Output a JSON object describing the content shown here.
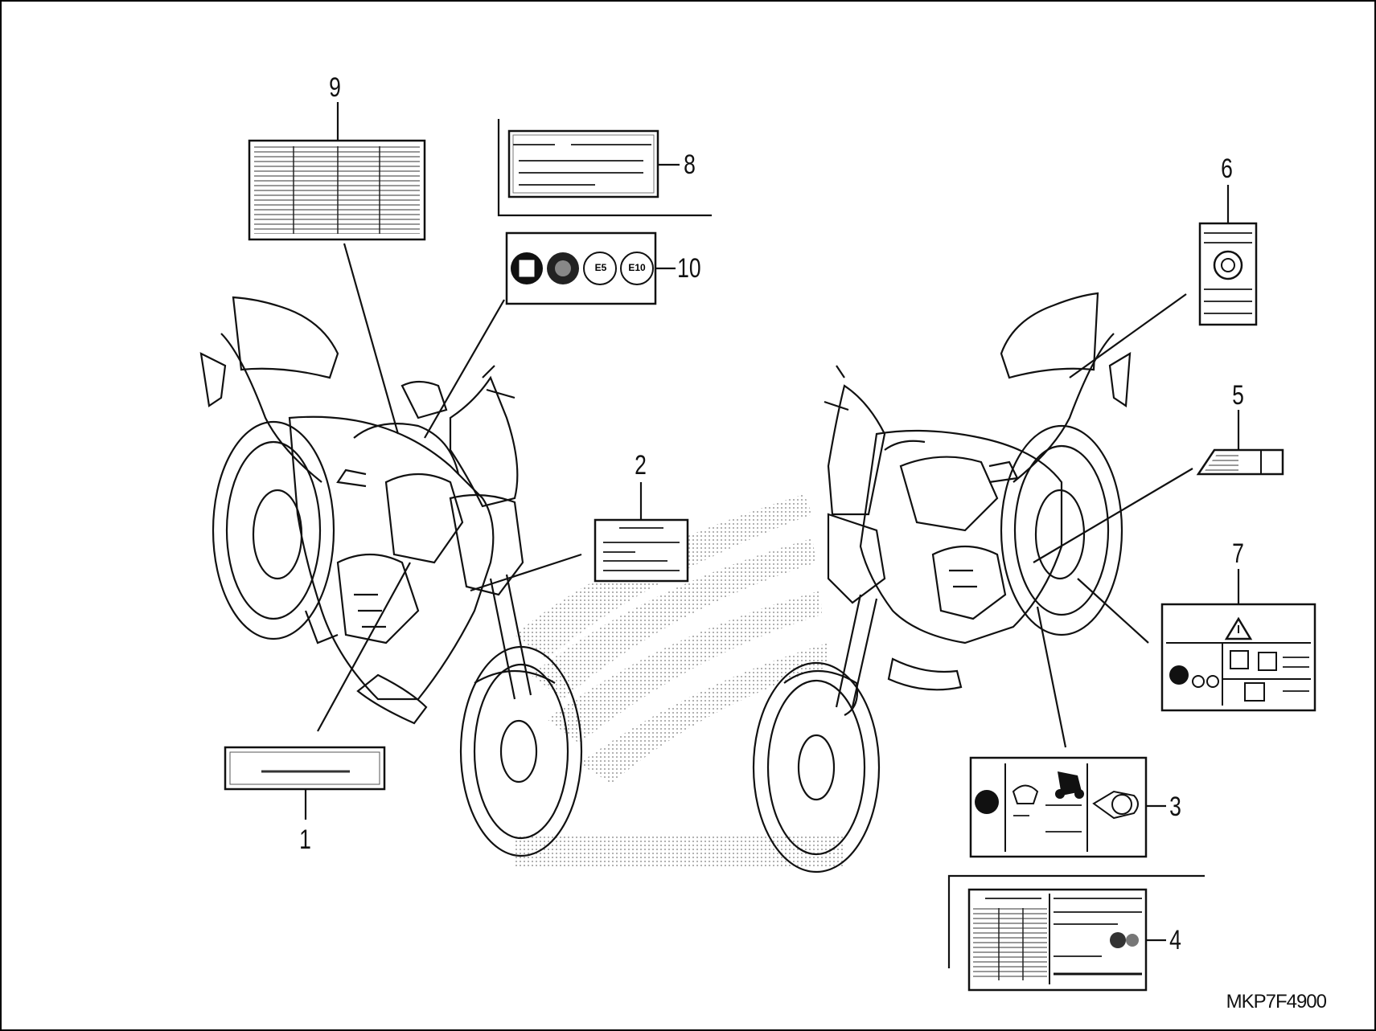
{
  "diagram": {
    "code": "MKP7F4900",
    "callouts": [
      {
        "id": "1",
        "label": "1"
      },
      {
        "id": "2",
        "label": "2"
      },
      {
        "id": "3",
        "label": "3"
      },
      {
        "id": "4",
        "label": "4"
      },
      {
        "id": "5",
        "label": "5"
      },
      {
        "id": "6",
        "label": "6"
      },
      {
        "id": "7",
        "label": "7"
      },
      {
        "id": "8",
        "label": "8"
      },
      {
        "id": "9",
        "label": "9"
      },
      {
        "id": "10",
        "label": "10"
      }
    ],
    "badges": {
      "e5": "E5",
      "e10": "E10"
    },
    "colors": {
      "line": "#111111",
      "dots": "#9a9a9a"
    }
  }
}
